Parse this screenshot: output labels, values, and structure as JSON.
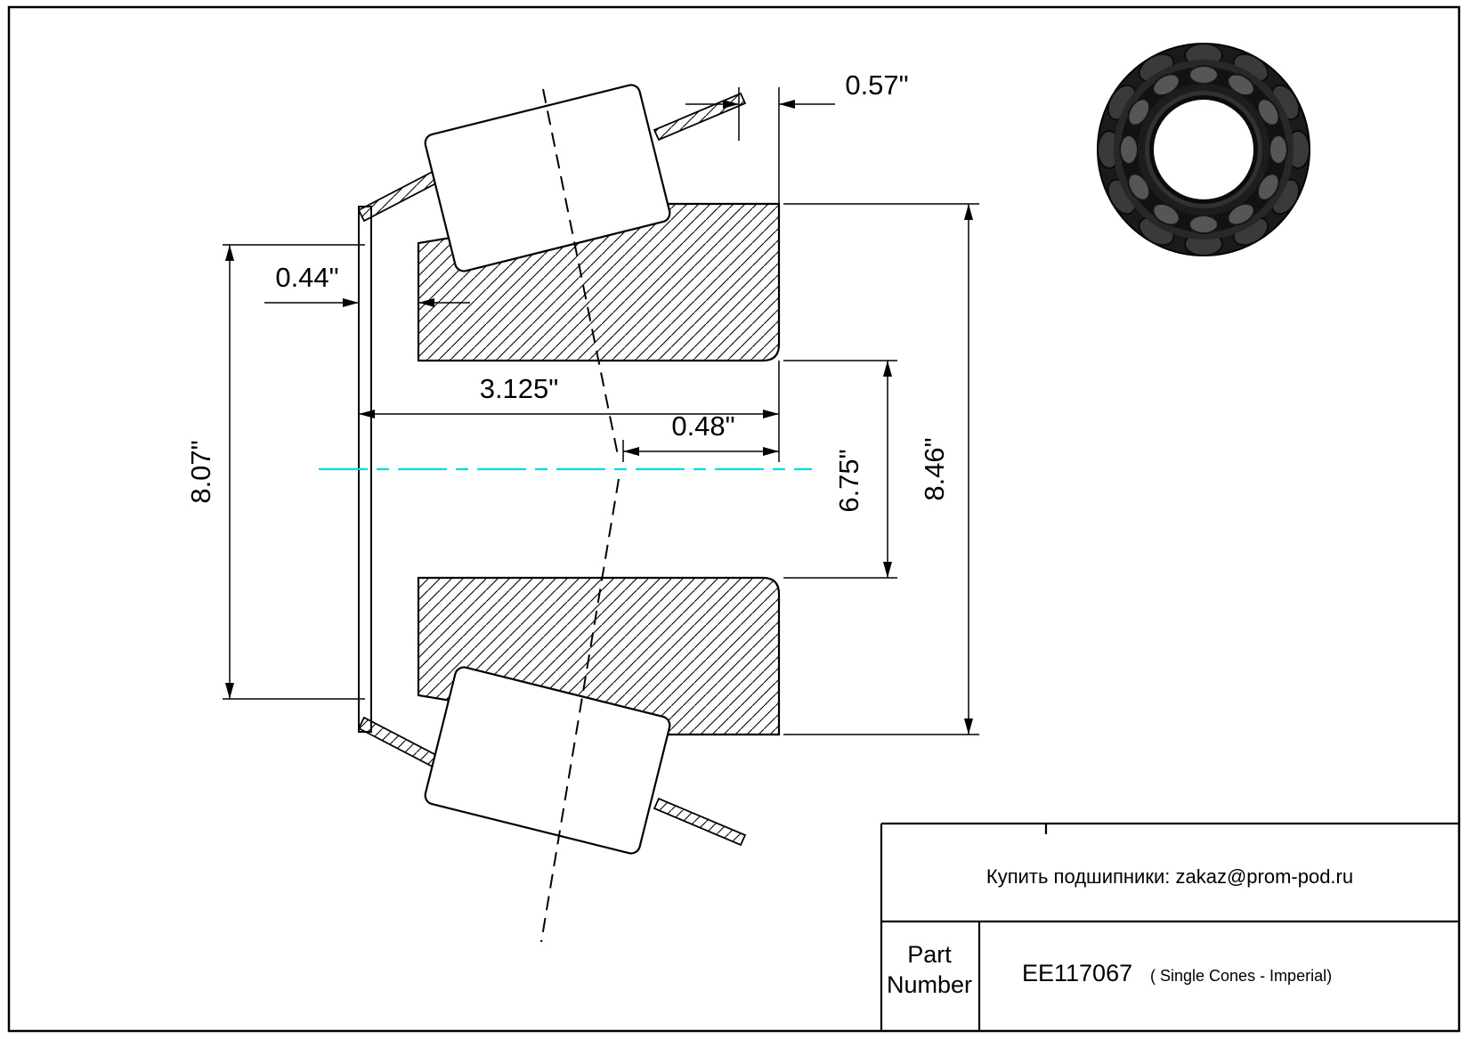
{
  "drawing": {
    "dimensions": {
      "flange_offset": "0.57\"",
      "back_face_width": "0.44\"",
      "cone_width": "3.125\"",
      "apex_offset": "0.48\"",
      "flange_diameter": "8.07\"",
      "bore_diameter": "6.75\"",
      "outer_diameter": "8.46\""
    },
    "colors": {
      "centerline": "#00dcdc",
      "line": "#000000"
    }
  },
  "title_block": {
    "note": "Купить подшипники: zakaz@prom-pod.ru",
    "part_label_line1": "Part",
    "part_label_line2": "Number",
    "part_number": "EE117067",
    "part_type": "( Single Cones - Imperial)"
  }
}
